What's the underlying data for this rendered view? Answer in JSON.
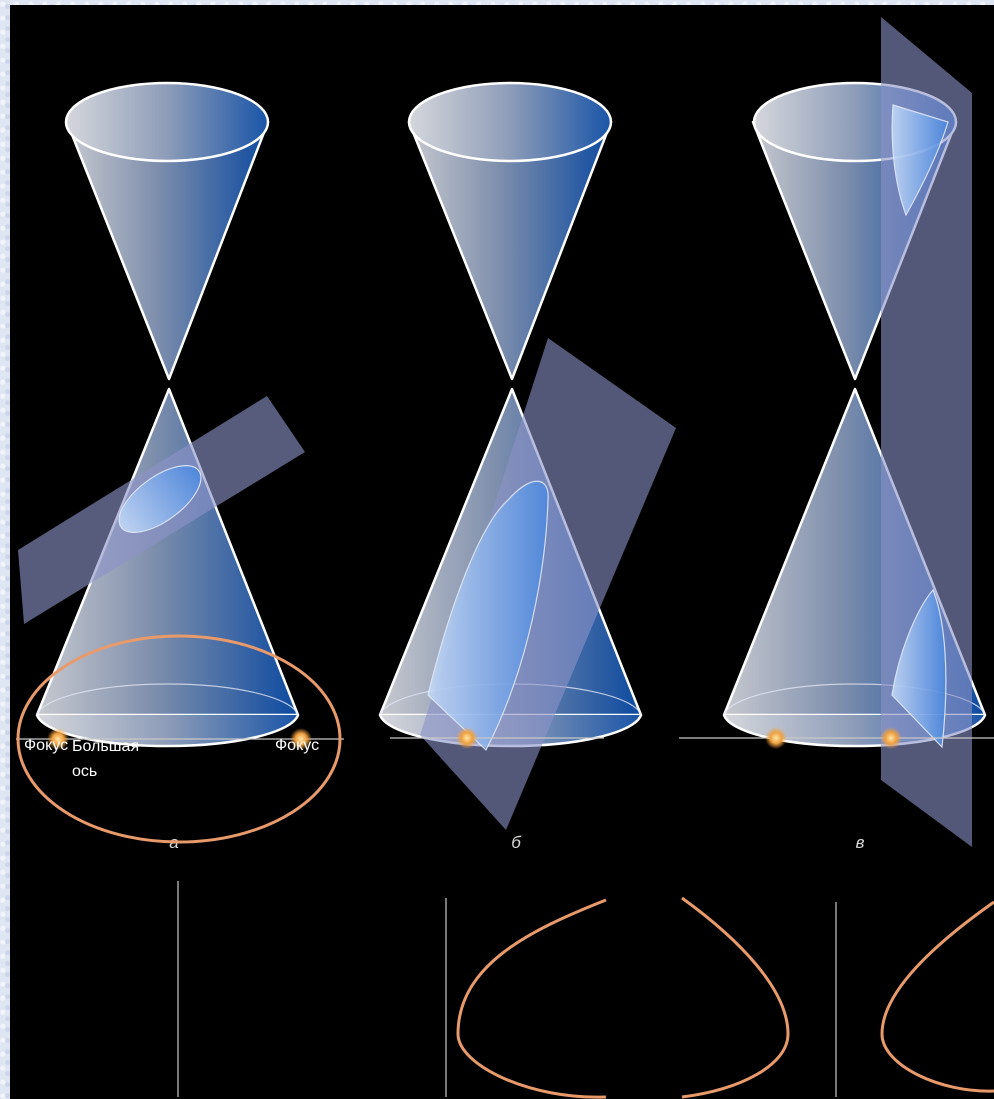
{
  "panels": [
    {
      "caption": "а",
      "section": "ellipse"
    },
    {
      "caption": "б",
      "section": "parabola"
    },
    {
      "caption": "в",
      "section": "hyperbola"
    }
  ],
  "ellipse_labels": {
    "major_axis_line1": "Большая",
    "major_axis_line2": "ось",
    "focus_left": "Фокус",
    "focus_right": "Фокус"
  },
  "colors": {
    "background": "#000000",
    "page_border": "#dfe6f3",
    "cone_light": "#b9bfcc",
    "cone_dark": "#0d4aa0",
    "cone_edge": "#ffffff",
    "plane": "#8c93c8",
    "curve": "#e89a6a",
    "focus": "#f0a040",
    "axis": "#c8c8c8"
  }
}
